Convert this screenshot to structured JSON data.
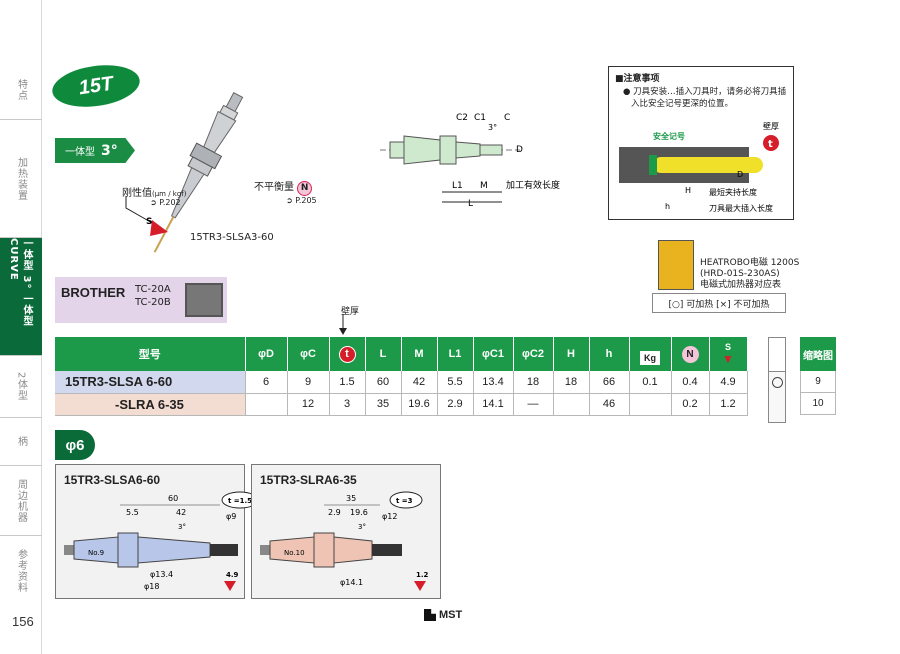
{
  "sidebar": {
    "tabs": [
      {
        "label": "特点"
      },
      {
        "label": "加热装置"
      },
      {
        "label": "一体型 3° 一体型 CURVE"
      },
      {
        "label": "2体型"
      },
      {
        "label": "柄"
      },
      {
        "label": "周边机器"
      },
      {
        "label": "参考资料"
      }
    ],
    "page_number": "156"
  },
  "header": {
    "badge": "15T",
    "type_label": "一体型",
    "type_angle": "3°"
  },
  "tool": {
    "rigidity_label": "刚性值",
    "rigidity_unit": "(μm / kgf)",
    "rigidity_ref": "P.202",
    "imbalance_label": "不平衡量",
    "imbalance_ref": "P.205",
    "n_symbol": "N",
    "s_symbol": "S",
    "model_caption": "15TR3-SLSA3-60"
  },
  "dimension_diagram": {
    "labels": [
      "C2",
      "C1",
      "C",
      "3°",
      "D",
      "L1",
      "M",
      "L"
    ],
    "effective_length": "加工有效长度"
  },
  "notes": {
    "title": "■注意事项",
    "text": "● 刀具安装…插入刀具时，请务必将刀具插入比安全记号更深的位置。",
    "safety_mark": "安全记号",
    "wall_label": "壁厚",
    "t_symbol": "t",
    "shortest_clamp": "最短夹持长度",
    "max_insert": "刀具最大插入长度",
    "h_upper": "H",
    "h_lower": "h",
    "d_label": "D"
  },
  "heatrobo": {
    "line1": "HEATROBO电磁 1200S",
    "line2": "(HRD-01S-230AS)",
    "line3": "电磁式加热器对应表",
    "legend": "[○] 可加热  [×] 不可加热"
  },
  "brother": {
    "name": "BROTHER",
    "models": [
      "TC-20A",
      "TC-20B"
    ]
  },
  "table": {
    "wall_note": "壁厚",
    "headers": [
      "型号",
      "φD",
      "φC",
      "t",
      "L",
      "M",
      "L1",
      "φC1",
      "φC2",
      "H",
      "h",
      "Kg",
      "N",
      "S"
    ],
    "rows": [
      {
        "model": "15TR3-SLSA 6-60",
        "values": [
          "6",
          "9",
          "1.5",
          "60",
          "42",
          "5.5",
          "13.4",
          "18",
          "18",
          "66",
          "0.1",
          "0.4",
          "4.9"
        ],
        "heat": "○",
        "abbr": "9"
      },
      {
        "model": "-SLRA 6-35",
        "values": [
          "",
          "12",
          "3",
          "35",
          "19.6",
          "2.9",
          "14.1",
          "—",
          "",
          "46",
          "",
          "0.2",
          "1.2"
        ],
        "heat": "",
        "abbr": "10"
      }
    ],
    "abbr_header": "缩略图"
  },
  "section": {
    "label": "φ6"
  },
  "cards": [
    {
      "title": "15TR3-SLSA6-60",
      "no": "No.9",
      "t": "t =1.5",
      "dims": [
        "60",
        "5.5",
        "42",
        "3°",
        "φ9",
        "φ13.4",
        "φ18"
      ],
      "s_value": "4.9",
      "color": "#b8c6ea"
    },
    {
      "title": "15TR3-SLRA6-35",
      "no": "No.10",
      "t": "t =3",
      "dims": [
        "35",
        "2.9",
        "19.6",
        "3°",
        "φ12",
        "φ14.1"
      ],
      "s_value": "1.2",
      "color": "#f0c4b4"
    }
  ],
  "footer": {
    "brand": "MST"
  },
  "colors": {
    "green": "#1c9a4a",
    "dark_green": "#0a6a3a",
    "red": "#d61d2a",
    "purple": "#e4d4ea"
  }
}
